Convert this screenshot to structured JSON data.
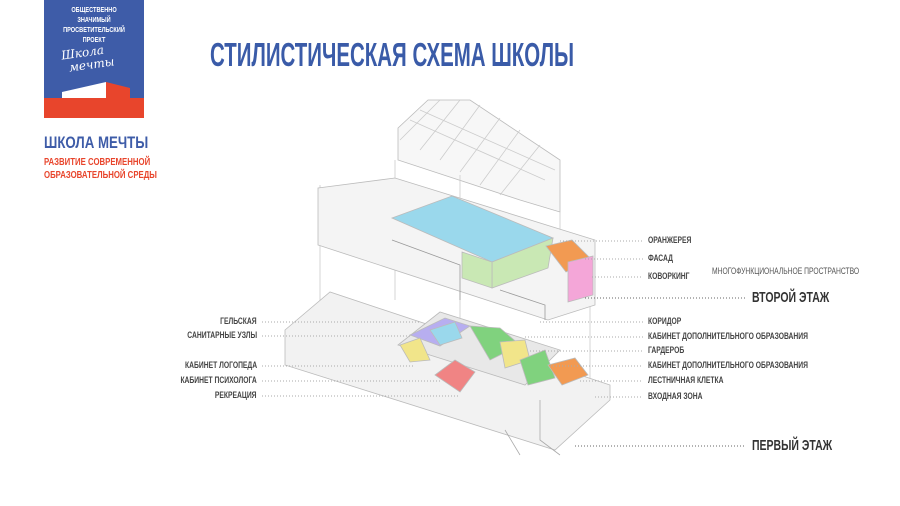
{
  "logo": {
    "line1": "ОБЩЕСТВЕННО ЗНАЧИМЫЙ",
    "line2": "ПРОСВЕТИТЕЛЬСКИЙ ПРОЕКТ",
    "script1": "Школа",
    "script2": "мечты",
    "brand": "ШКОЛА МЕЧТЫ",
    "sub1": "РАЗВИТИЕ СОВРЕМЕННОЙ",
    "sub2": "ОБРАЗОВАТЕЛЬНОЙ СРЕДЫ"
  },
  "title": "СТИЛИСТИЧЕСКАЯ СХЕМА ШКОЛЫ",
  "left_labels": [
    "ГЕЛЬСКАЯ",
    "САНИТАРНЫЕ УЗЛЫ",
    "КАБИНЕТ ЛОГОПЕДА",
    "КАБИНЕТ ПСИХОЛОГА",
    "РЕКРЕАЦИЯ"
  ],
  "right_upper": [
    "ОРАНЖЕРЕЯ",
    "ФАСАД",
    "КОВОРКИНГ"
  ],
  "multi": "МНОГОФУНКЦИОНАЛЬНОЕ ПРОСТРАНСТВО",
  "second_floor": "ВТОРОЙ ЭТАЖ",
  "right_lower": [
    "КОРИДОР",
    "КАБИНЕТ ДОПОЛНИТЕЛЬНОГО ОБРАЗОВАНИЯ",
    "ГАРДЕРОБ",
    "КАБИНЕТ ДОПОЛНИТЕЛЬНОГО ОБРАЗОВАНИЯ",
    "ЛЕСТНИЧНАЯ КЛЕТКА",
    "ВХОДНАЯ ЗОНА"
  ],
  "first_floor": "ПЕРВЫЙ ЭТАЖ",
  "colors": {
    "brand_blue": "#3e5ca8",
    "brand_red": "#e8452c"
  }
}
